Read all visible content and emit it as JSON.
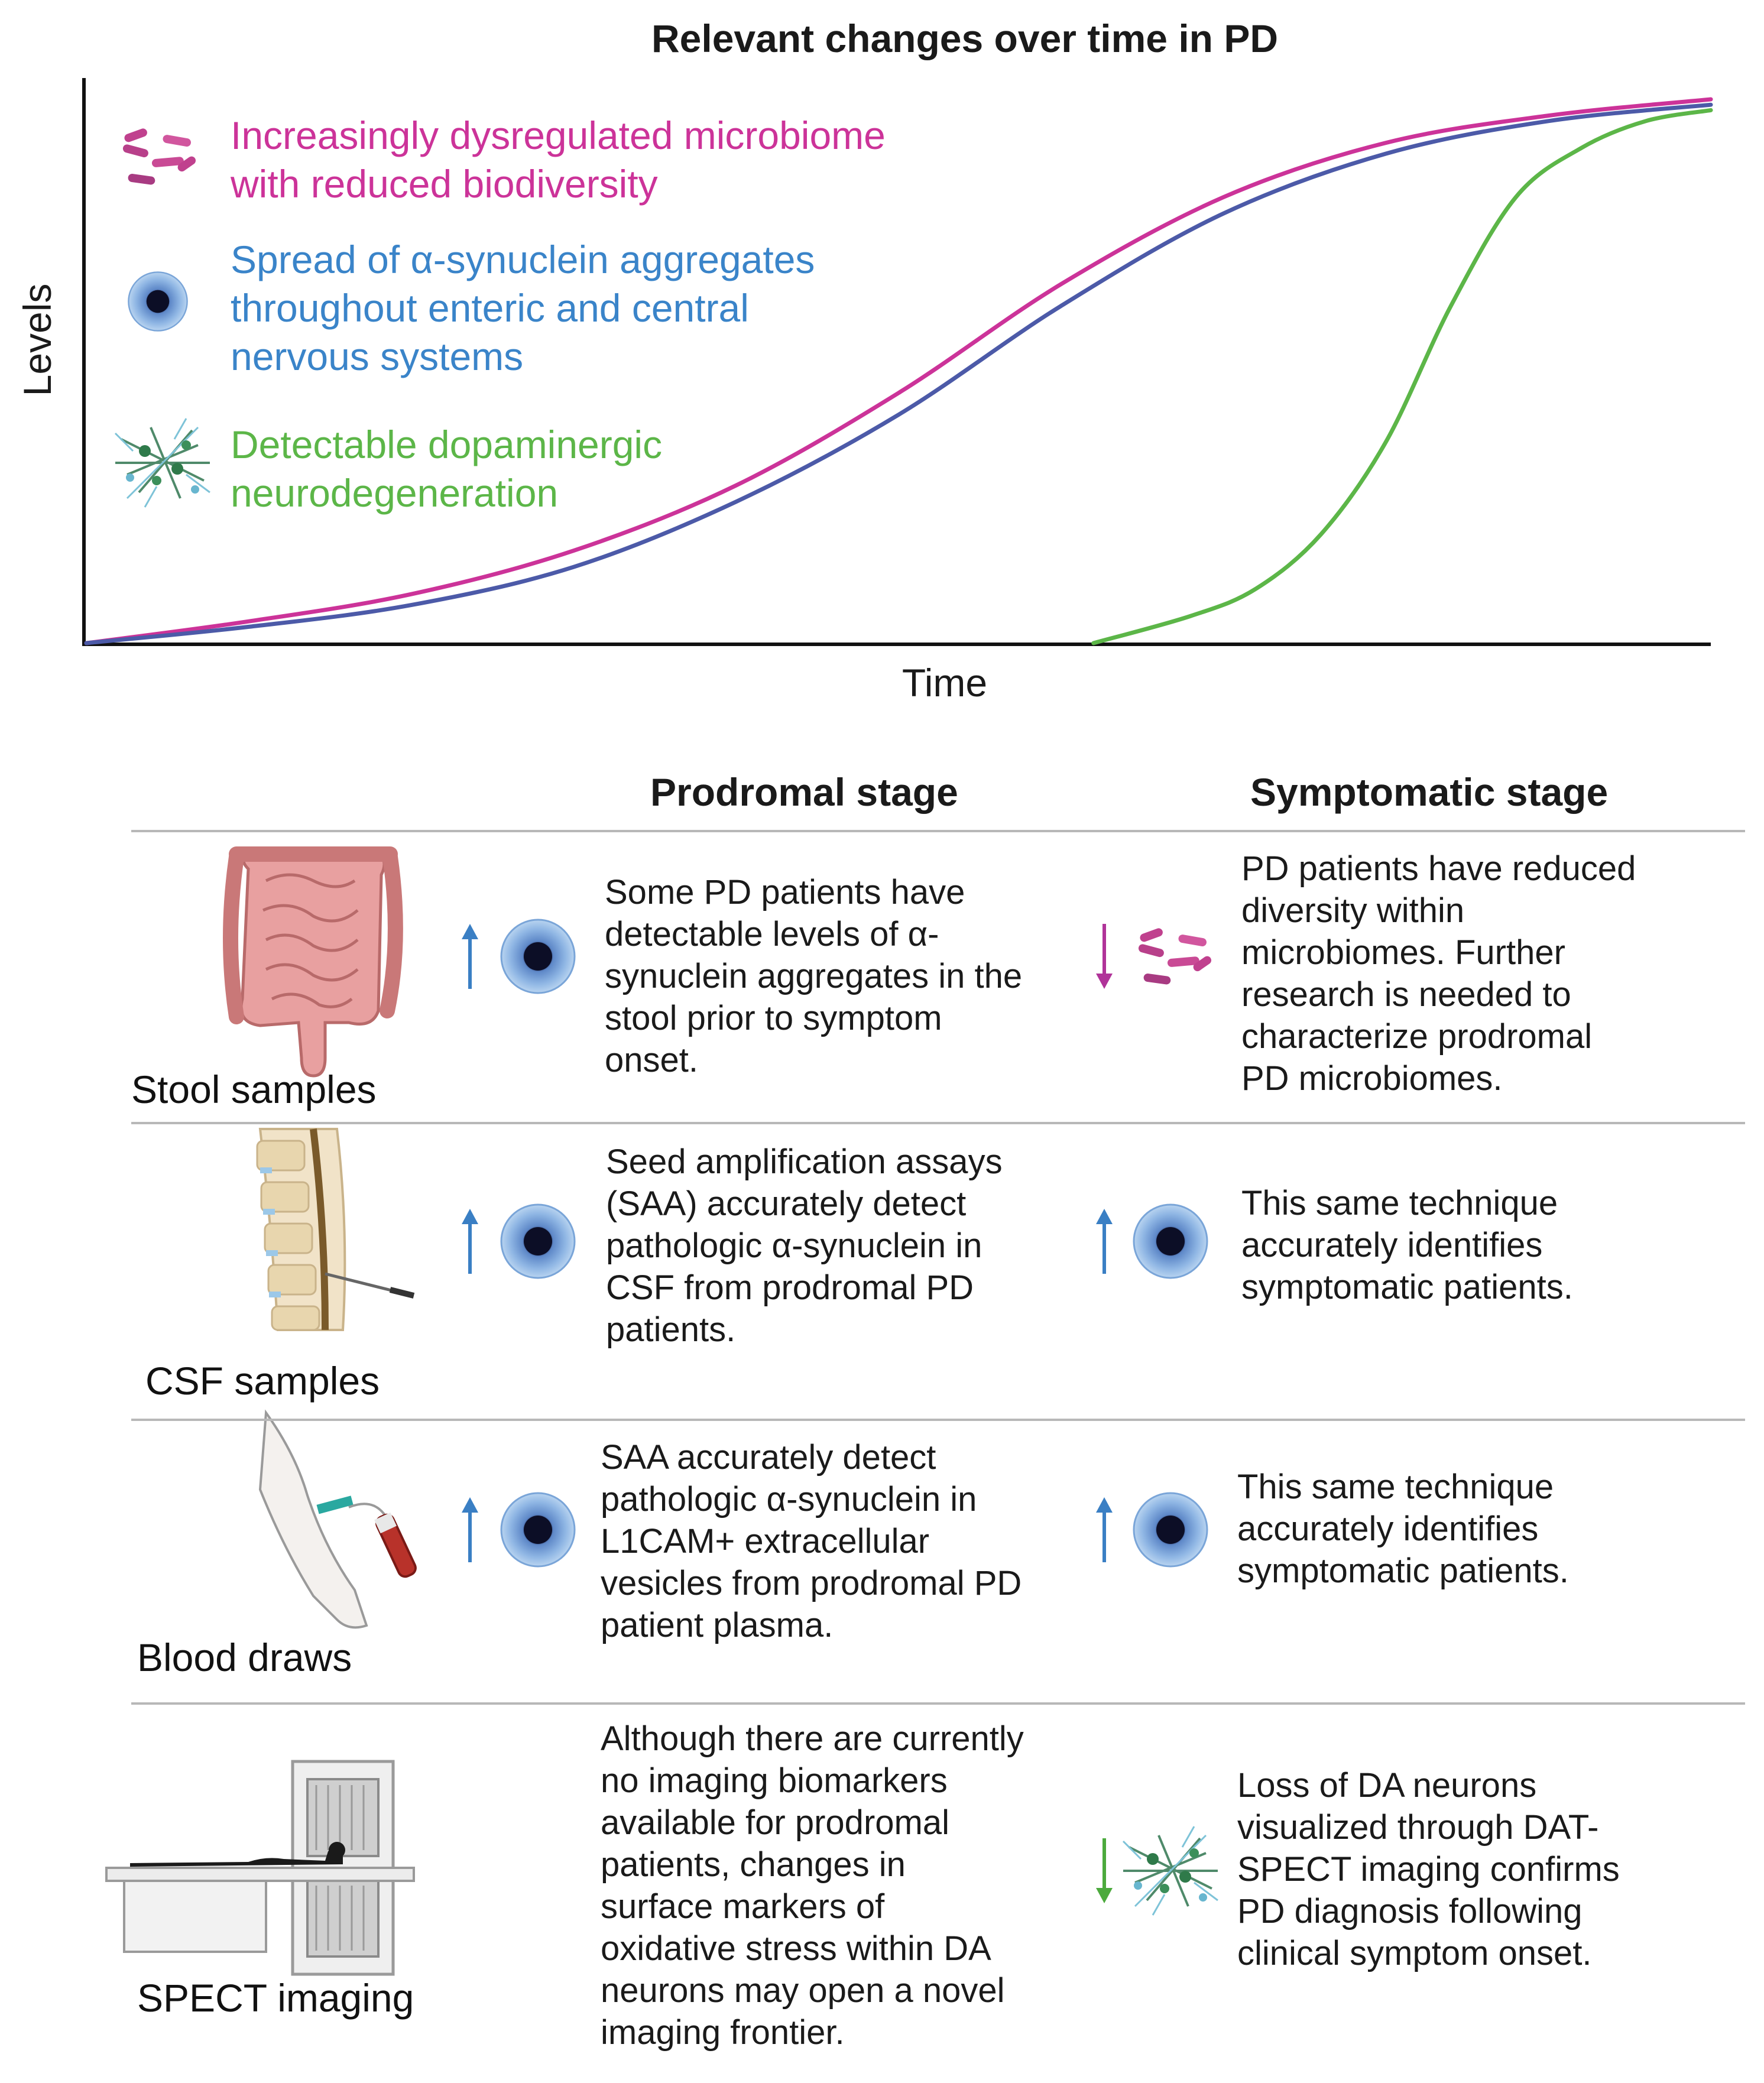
{
  "title": "Relevant changes over time in PD",
  "chart_data": {
    "type": "line",
    "title": "Relevant changes over time in PD",
    "xlabel": "Time",
    "ylabel": "Levels",
    "legend_placement": "top-left",
    "series": [
      {
        "name": "Increasingly dysregulated microbiome with reduced biodiversity",
        "color": "#cc3399",
        "icon": "bacteria-icon",
        "x": [
          0,
          0.1,
          0.2,
          0.3,
          0.4,
          0.5,
          0.6,
          0.7,
          0.8,
          0.9,
          1.0
        ],
        "y": [
          0,
          0.04,
          0.09,
          0.17,
          0.29,
          0.46,
          0.66,
          0.82,
          0.92,
          0.97,
          1.0
        ]
      },
      {
        "name": "Spread of α-synuclein aggregates throughout enteric and central nervous systems",
        "color": "#4c5aa8",
        "icon": "synuclein-aggregate-icon",
        "x": [
          0,
          0.1,
          0.2,
          0.3,
          0.4,
          0.5,
          0.6,
          0.7,
          0.8,
          0.9,
          1.0
        ],
        "y": [
          0,
          0.03,
          0.07,
          0.14,
          0.26,
          0.42,
          0.62,
          0.79,
          0.9,
          0.96,
          0.99
        ]
      },
      {
        "name": "Detectable dopaminergic neurodegeneration",
        "color": "#5cb648",
        "icon": "neurons-icon",
        "x": [
          0.62,
          0.68,
          0.72,
          0.76,
          0.8,
          0.84,
          0.88,
          0.92,
          0.96,
          1.0
        ],
        "y": [
          0,
          0.05,
          0.1,
          0.2,
          0.37,
          0.62,
          0.82,
          0.91,
          0.96,
          0.98
        ]
      }
    ]
  },
  "legend_text": {
    "microbiome": [
      "Increasingly dysregulated microbiome",
      "with reduced biodiversity"
    ],
    "synuclein": [
      "Spread of α-synuclein aggregates",
      "throughout enteric and central",
      "nervous systems"
    ],
    "neuro": [
      "Detectable dopaminergic",
      "neurodegeneration"
    ]
  },
  "table": {
    "col_prodromal": "Prodromal stage",
    "col_symptomatic": "Symptomatic stage",
    "rows": [
      {
        "label": "Stool samples",
        "icon": "intestine-icon",
        "prodromal_direction": "up",
        "prodromal_marker_icon": "synuclein-aggregate-icon",
        "prodromal_lines": [
          "Some PD patients have",
          "detectable levels of α-",
          "synuclein aggregates in the",
          "stool prior to symptom",
          "onset."
        ],
        "symptomatic_direction": "down",
        "symptomatic_marker_icon": "bacteria-icon",
        "symptomatic_lines": [
          "PD patients have reduced",
          "diversity within",
          "microbiomes. Further",
          "research is needed to",
          "characterize prodromal",
          "PD microbiomes."
        ]
      },
      {
        "label": "CSF samples",
        "icon": "spine-puncture-icon",
        "prodromal_direction": "up",
        "prodromal_marker_icon": "synuclein-aggregate-icon",
        "prodromal_lines": [
          "Seed amplification assays",
          "(SAA) accurately detect",
          "pathologic α-synuclein in",
          "CSF from prodromal PD",
          "patients."
        ],
        "symptomatic_direction": "up",
        "symptomatic_marker_icon": "synuclein-aggregate-icon",
        "symptomatic_lines": [
          "This same technique",
          "accurately identifies",
          "symptomatic patients."
        ]
      },
      {
        "label": "Blood draws",
        "icon": "blood-draw-icon",
        "prodromal_direction": "up",
        "prodromal_marker_icon": "synuclein-aggregate-icon",
        "prodromal_lines": [
          "SAA accurately detect",
          "pathologic α-synuclein in",
          "L1CAM+ extracellular",
          "vesicles from prodromal PD",
          "patient plasma."
        ],
        "symptomatic_direction": "up",
        "symptomatic_marker_icon": "synuclein-aggregate-icon",
        "symptomatic_lines": [
          "This same technique",
          "accurately identifies",
          "symptomatic patients."
        ]
      },
      {
        "label": "SPECT imaging",
        "icon": "spect-scanner-icon",
        "prodromal_direction": "none",
        "prodromal_lines": [
          "Although there are currently",
          "no imaging biomarkers",
          "available for prodromal",
          "patients, changes in",
          "surface markers of",
          "oxidative stress within DA",
          "neurons may open a novel",
          "imaging frontier."
        ],
        "symptomatic_direction": "down",
        "symptomatic_marker_icon": "neurons-icon",
        "symptomatic_lines": [
          "Loss of DA neurons",
          "visualized through DAT-",
          "SPECT imaging confirms",
          "PD diagnosis following",
          "clinical symptom onset."
        ]
      }
    ]
  },
  "colors": {
    "pink": "#cc3399",
    "blue": "#4c5aa8",
    "legend_blue": "#3a84c9",
    "green": "#5cb648",
    "arrow_blue": "#3a7fc4",
    "arrow_pink": "#b03399",
    "arrow_green": "#4caa3d"
  }
}
